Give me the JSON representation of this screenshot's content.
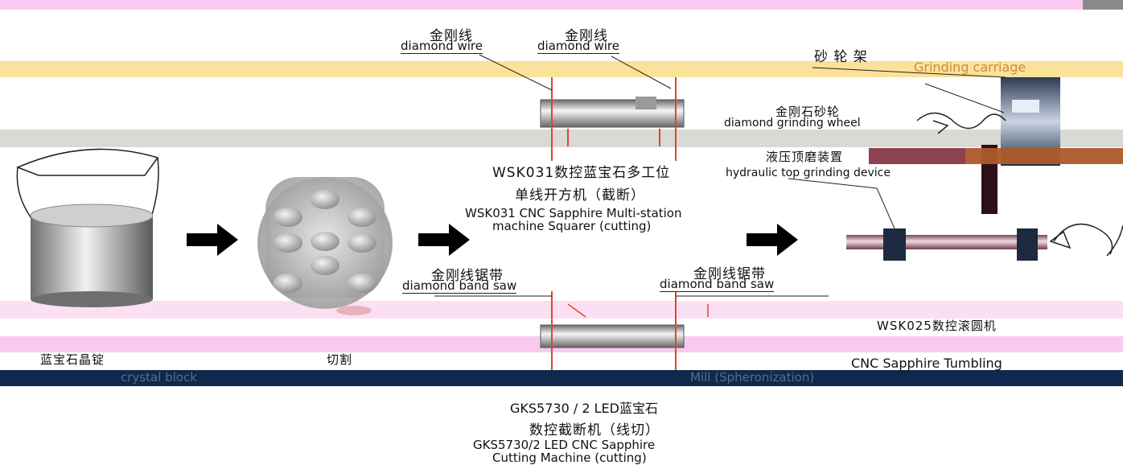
{
  "top_labels": {
    "wire_left_cn": "金刚线",
    "wire_left_en": "diamond wire",
    "wire_right_cn": "金刚线",
    "wire_right_en": "diamond wire",
    "wheel_frame_cn": "砂 轮 架",
    "carriage_en": "Grinding carriage",
    "grinding_wheel_cn": "金刚石砂轮",
    "grinding_wheel_en": "diamond grinding wheel",
    "hydraulic_cn": "液压顶磨装置",
    "hydraulic_en": "hydraulic top grinding device"
  },
  "middle_labels": {
    "squarer_cn_1": "WSK031数控蓝宝石多工位",
    "squarer_cn_2": "单线开方机（截断）",
    "squarer_en_1": "WSK031 CNC Sapphire Multi-station",
    "squarer_en_2": "machine Squarer (cutting)",
    "band_left_cn": "金刚线锯带",
    "band_left_en": "diamond band saw",
    "band_right_cn": "金刚线锯带",
    "band_right_en": "diamond band saw",
    "tumbling_cn": "WSK025数控滚圆机",
    "tumbling_en_1": "CNC Sapphire Tumbling",
    "tumbling_en_2": "Mill (Spheronization)"
  },
  "bottom_labels": {
    "ingot_cn": "蓝宝石晶锭",
    "ingot_en": "crystal block",
    "rods_cn": "切割",
    "cutter_cn_1": "GKS5730 / 2 LED蓝宝石",
    "cutter_cn_2": "数控截断机（线切）",
    "cutter_en_1": "GKS5730/2 LED CNC Sapphire",
    "cutter_en_2": "Cutting Machine (cutting)"
  },
  "colors": {
    "pink_band": "#f9c9ef",
    "yellow_band": "#fbe29a",
    "gray_band": "#d9d9d5",
    "navy_band": "#10284e",
    "wire_red": "#e0462a",
    "arrow": "#000000"
  },
  "icons": [
    "arrow-right-icon",
    "rotation-arrow-icon"
  ]
}
